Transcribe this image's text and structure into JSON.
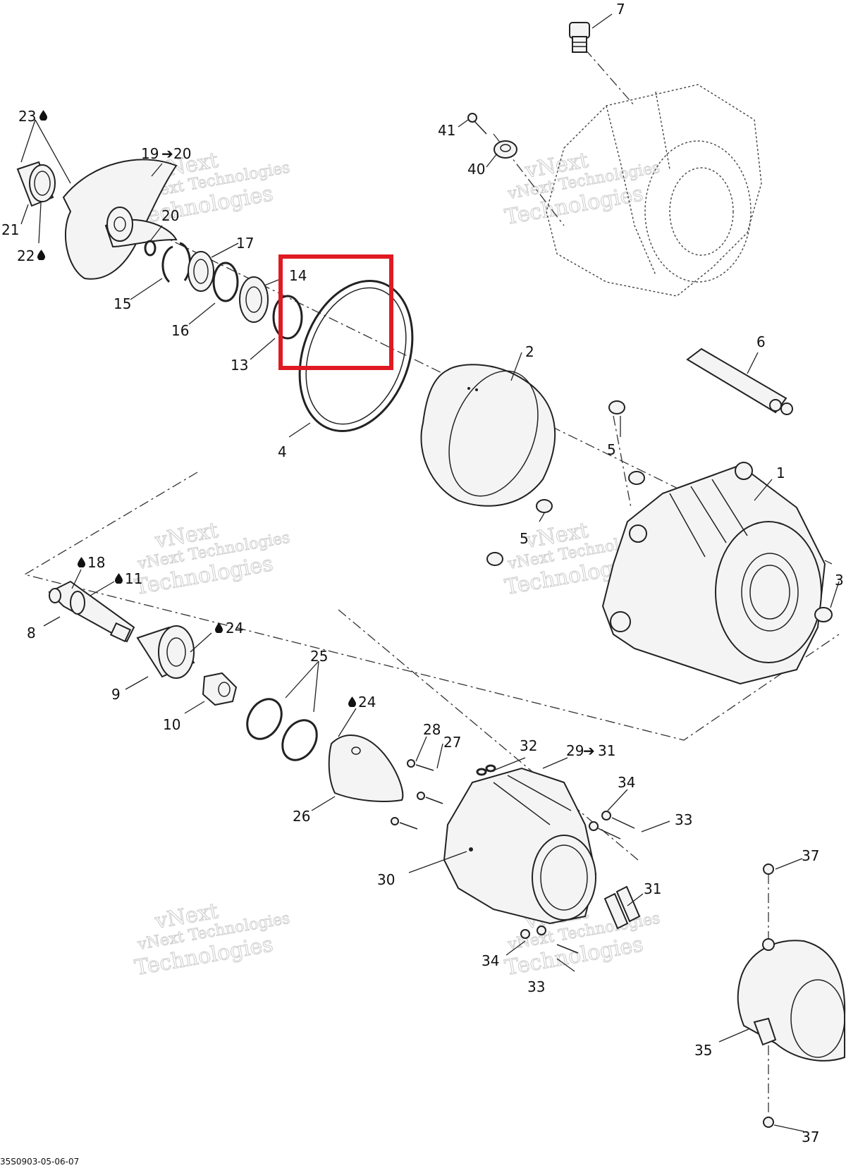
{
  "labels": {
    "p1": "1",
    "p2": "2",
    "p3": "3",
    "p4": "4",
    "p5a": "5",
    "p5b": "5",
    "p6": "6",
    "p7": "7",
    "p8": "8",
    "p9": "9",
    "p10": "10",
    "p11": "11",
    "p13": "13",
    "p14": "14",
    "p15": "15",
    "p16": "16",
    "p17": "17",
    "p18": "18",
    "p19": "19",
    "p20arrow": "20",
    "p20": "20",
    "p21": "21",
    "p22": "22",
    "p23": "23",
    "p24a": "24",
    "p24b": "24",
    "p25": "25",
    "p26": "26",
    "p27": "27",
    "p28": "28",
    "p29": "29",
    "p31arrow": "31",
    "p30": "30",
    "p31": "31",
    "p32": "32",
    "p33a": "33",
    "p33b": "33",
    "p34a": "34",
    "p34b": "34",
    "p35": "35",
    "p37a": "37",
    "p37b": "37",
    "p40": "40",
    "p41": "41"
  },
  "watermark": {
    "line1": "vNext",
    "line2": "vNext Technologies",
    "line3": "Technologies"
  },
  "drawing_code": "35S0903-05-06-07",
  "highlight_color": "#e01a22"
}
